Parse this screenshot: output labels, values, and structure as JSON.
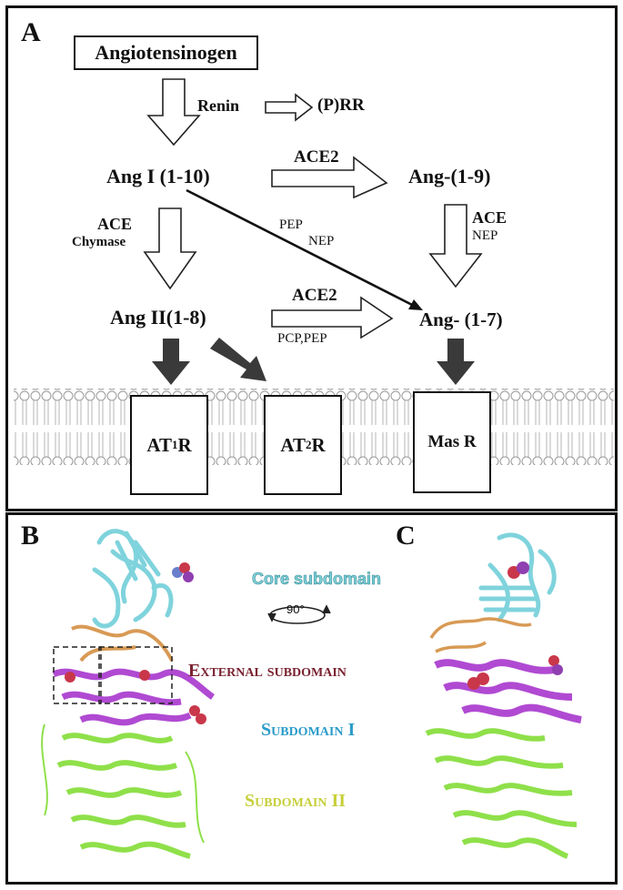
{
  "panel_a": {
    "label": "A",
    "angiotensinogen": "Angiotensinogen",
    "renin": "Renin",
    "prr": "(P)RR",
    "ang1": "Ang I (1-10)",
    "ace2_top": "ACE2",
    "ang19": "Ang-(1-9)",
    "ace_left": "ACE",
    "chymase": "Chymase",
    "pep": "PEP",
    "nep_mid": "NEP",
    "ace_right": "ACE",
    "nep_right": "NEP",
    "ang2": "Ang II(1-8)",
    "ace2_bottom": "ACE2",
    "pcp_pep": "PCP,PEP",
    "ang17": "Ang- (1-7)",
    "receptors": {
      "at1r_main": "AT",
      "at1r_sub": "1",
      "at1r_tail": "R",
      "at2r_main": "AT",
      "at2r_sub": "2",
      "at2r_tail": "R",
      "masr": "Mas R"
    }
  },
  "panel_b": {
    "label": "B"
  },
  "panel_c": {
    "label": "C"
  },
  "legend": {
    "core": "Core subdomain",
    "rotation": "90°",
    "external": "External subdomain",
    "sub1": "Subdomain I",
    "sub2": "Subdomain II"
  },
  "colors": {
    "core": "#7fd3dc",
    "external": "#7a2230",
    "external_ribbon": "#d89a55",
    "sub1": "#2b9bc9",
    "sub1_ribbon": "#b04ad2",
    "sub2": "#c6cf3a",
    "sub2_ribbon": "#8fe04a",
    "arrow_dark": "#3a3a3a"
  }
}
